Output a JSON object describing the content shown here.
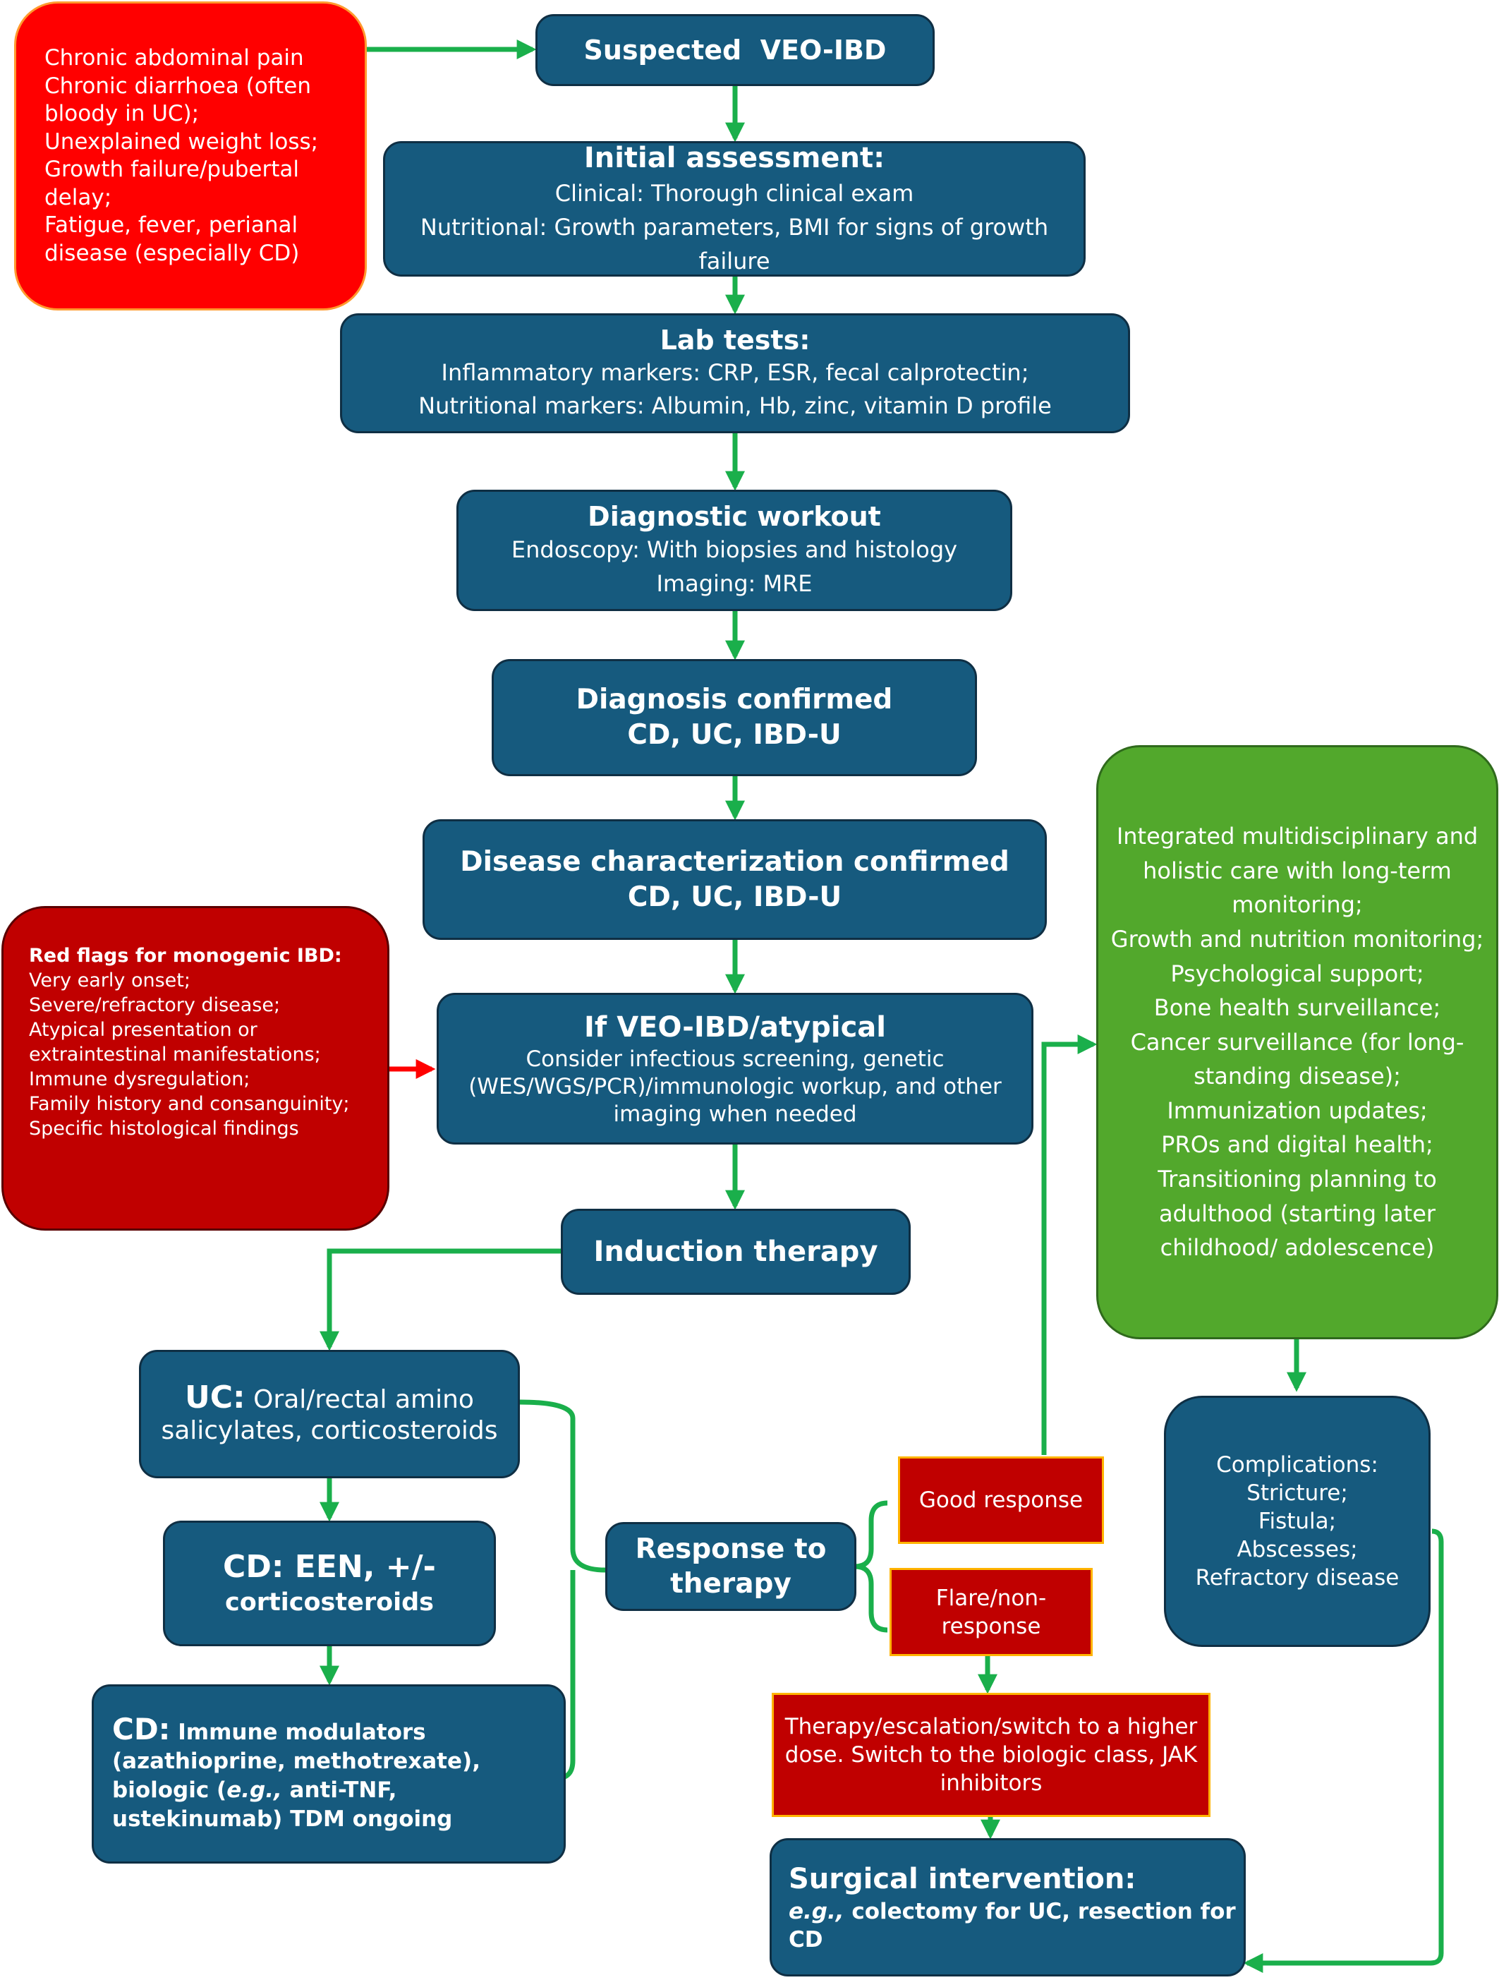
{
  "symptoms": [
    "Chronic abdominal pain",
    "Chronic diarrhoea (often",
    "bloody in UC);",
    "Unexplained weight loss;",
    "Growth failure/pubertal",
    "delay;",
    "Fatigue, fever, perianal",
    "disease (especially CD)"
  ],
  "suspected": {
    "title": "Suspected  VEO-IBD"
  },
  "initial": {
    "title": "Initial assessment:",
    "lines": [
      "Clinical: Thorough clinical exam",
      "Nutritional: Growth parameters, BMI for signs of growth failure"
    ]
  },
  "lab": {
    "title": "Lab tests:",
    "lines": [
      "Inflammatory markers: CRP, ESR, fecal calprotectin;",
      "Nutritional markers: Albumin, Hb, zinc, vitamin D profile"
    ]
  },
  "diag_workout": {
    "title": "Diagnostic workout",
    "lines": [
      "Endoscopy: With biopsies and histology",
      "Imaging: MRE"
    ]
  },
  "diag_confirmed": {
    "line1": "Diagnosis confirmed",
    "line2": "CD, UC, IBD-U"
  },
  "disease_char": {
    "line1": "Disease characterization confirmed",
    "line2": "CD, UC, IBD-U"
  },
  "red_flags": {
    "title": "Red flags for monogenic IBD:",
    "lines": [
      "Very early onset;",
      "Severe/refractory disease;",
      "Atypical presentation or",
      "extraintestinal manifestations;",
      "Immune dysregulation;",
      "Family history and consanguinity;",
      "Specific histological findings"
    ]
  },
  "veo": {
    "title": "If VEO-IBD/atypical",
    "lines": [
      "Consider infectious screening, genetic",
      "(WES/WGS/PCR)/immunologic workup, and other",
      "imaging when needed"
    ]
  },
  "induction": {
    "title": "Induction therapy"
  },
  "uc": {
    "label": "UC:",
    "line1": " Oral/rectal amino",
    "line2": "salicylates, corticosteroids"
  },
  "cd1": {
    "line1": "CD: EEN, +/-",
    "line2": "corticosteroids"
  },
  "cd2": {
    "label": "CD:",
    "line1_rest": " Immune modulators",
    "line2": "(azathioprine, methotrexate),",
    "line3_pre": "biologic (",
    "line3_italic": "e.g.,",
    "line3_post": " anti-TNF,",
    "line4": "ustekinumab) TDM ongoing"
  },
  "response": {
    "line1": "Response to",
    "line2": "therapy"
  },
  "good": {
    "label": "Good response"
  },
  "flare": {
    "line1": "Flare/non-",
    "line2": "response"
  },
  "escalation": {
    "lines": [
      "Therapy/escalation/switch to a higher",
      "dose. Switch to the biologic class,  JAK",
      "inhibitors"
    ]
  },
  "surgical": {
    "title": "Surgical intervention:",
    "italic": "e.g.,",
    "line1_rest": " colectomy for UC, resection for",
    "line2": "CD"
  },
  "integrated": {
    "lines": [
      "Integrated multidisciplinary and",
      "holistic care with long-term",
      "monitoring;",
      "Growth and nutrition monitoring;",
      "Psychological support;",
      "Bone health surveillance;",
      "Cancer surveillance (for long-",
      "standing disease);",
      "Immunization updates;",
      "PROs and digital health;",
      "Transitioning planning to",
      "adulthood (starting later",
      "childhood/ adolescence)"
    ]
  },
  "complications": {
    "lines": [
      "Complications:",
      "Stricture;",
      "Fistula;",
      "Abscesses;",
      "Refractory disease"
    ]
  },
  "colors": {
    "box_blue": "#165a7e",
    "bright_red": "#ff0000",
    "dark_red": "#c00000",
    "green_box": "#52a82c",
    "arrow_green": "#1aaf4b",
    "arrow_red": "#ff0000"
  }
}
